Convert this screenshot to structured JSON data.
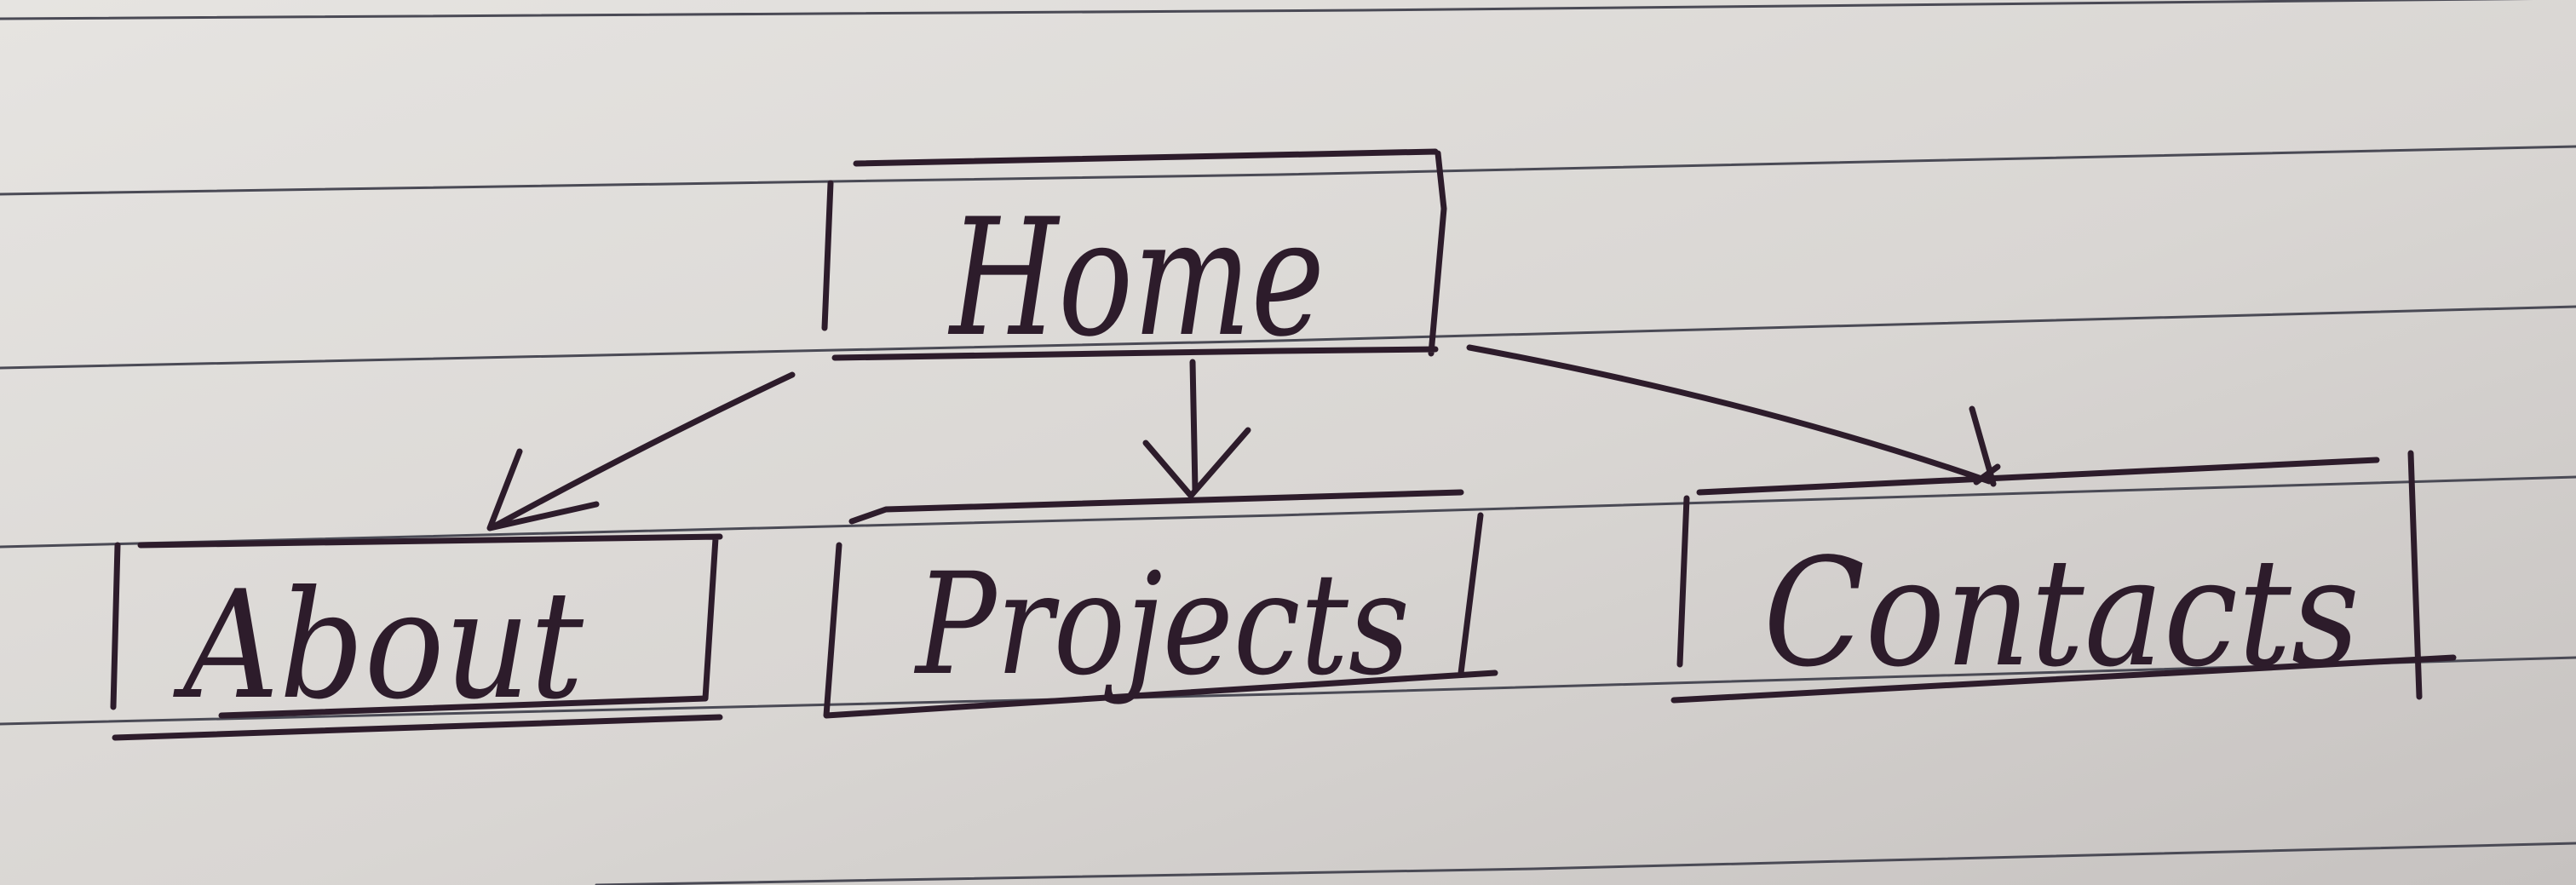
{
  "diagram": {
    "root": {
      "label": "Home"
    },
    "children": [
      {
        "label": "About"
      },
      {
        "label": "Projects"
      },
      {
        "label": "Contacts"
      }
    ]
  },
  "colors": {
    "paper": "#d7d4d1",
    "ink": "#2d1c2b",
    "ruled_line": "#4a4a55"
  }
}
